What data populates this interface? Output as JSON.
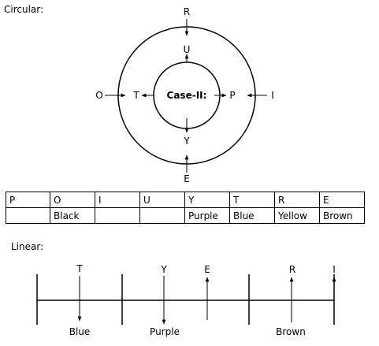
{
  "circular": {
    "heading": "Circular:",
    "center_label": "Case-II:",
    "outer": {
      "top": "R",
      "left": "O",
      "right": "I",
      "bottom": "E"
    },
    "inner": {
      "top": "U",
      "left": "T",
      "right": "P",
      "bottom": "Y"
    }
  },
  "table": {
    "headers": [
      "P",
      "O",
      "I",
      "U",
      "Y",
      "T",
      "R",
      "E"
    ],
    "colors": [
      "",
      "Black",
      "",
      "",
      "Purple",
      "Blue",
      "Yellow",
      "Brown"
    ]
  },
  "linear": {
    "heading": "Linear:",
    "top_labels": {
      "T": "T",
      "Y": "Y",
      "E": "E",
      "R": "R",
      "I": "I"
    },
    "bottom_labels": {
      "blue": "Blue",
      "purple": "Purple",
      "brown": "Brown"
    }
  }
}
